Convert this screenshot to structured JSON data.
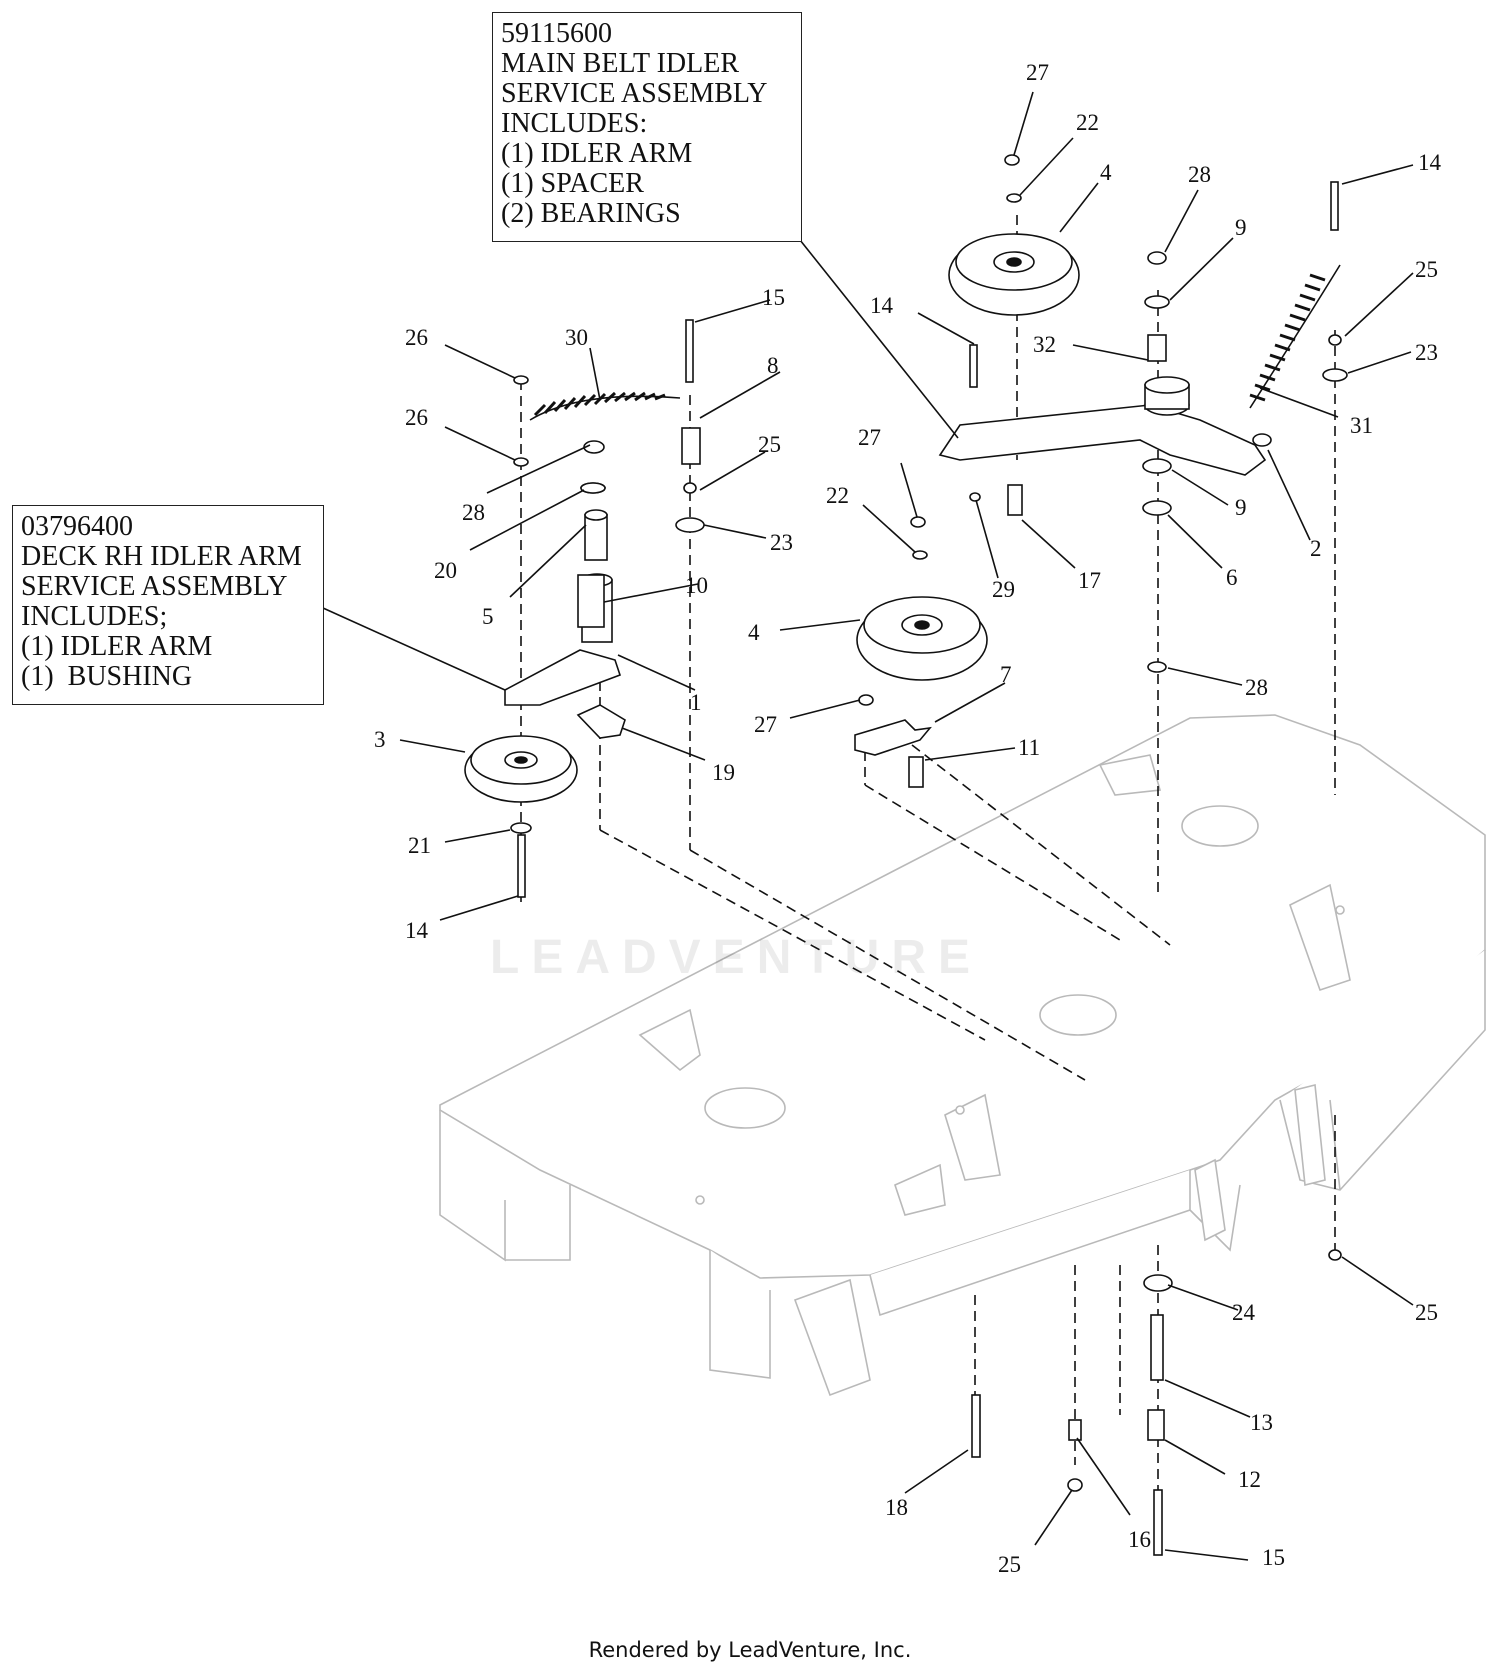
{
  "callouts": {
    "main_belt_idler": {
      "part_number": "59115600",
      "lines": [
        "MAIN BELT IDLER",
        "SERVICE ASSEMBLY",
        "INCLUDES:",
        "(1) IDLER ARM",
        "(1) SPACER",
        "(2) BEARINGS"
      ]
    },
    "deck_rh_idler": {
      "part_number": "03796400",
      "lines": [
        "DECK RH IDLER ARM",
        "SERVICE ASSEMBLY",
        "INCLUDES;",
        "(1) IDLER ARM",
        "(1)  BUSHING"
      ]
    }
  },
  "part_labels": [
    {
      "id": "l27a",
      "text": "27"
    },
    {
      "id": "l22a",
      "text": "22"
    },
    {
      "id": "l4a",
      "text": "4"
    },
    {
      "id": "l28a",
      "text": "28"
    },
    {
      "id": "l9a",
      "text": "9"
    },
    {
      "id": "l14a",
      "text": "14"
    },
    {
      "id": "l25a",
      "text": "25"
    },
    {
      "id": "l23a",
      "text": "23"
    },
    {
      "id": "l31",
      "text": "31"
    },
    {
      "id": "l14b",
      "text": "14"
    },
    {
      "id": "l32",
      "text": "32"
    },
    {
      "id": "l9b",
      "text": "9"
    },
    {
      "id": "l6",
      "text": "6"
    },
    {
      "id": "l2",
      "text": "2"
    },
    {
      "id": "l17",
      "text": "17"
    },
    {
      "id": "l29",
      "text": "29"
    },
    {
      "id": "l27b",
      "text": "27"
    },
    {
      "id": "l22b",
      "text": "22"
    },
    {
      "id": "l4b",
      "text": "4"
    },
    {
      "id": "l7",
      "text": "7"
    },
    {
      "id": "l27c",
      "text": "27"
    },
    {
      "id": "l11",
      "text": "11"
    },
    {
      "id": "l28b",
      "text": "28"
    },
    {
      "id": "l26a",
      "text": "26"
    },
    {
      "id": "l30",
      "text": "30"
    },
    {
      "id": "l15a",
      "text": "15"
    },
    {
      "id": "l8",
      "text": "8"
    },
    {
      "id": "l26b",
      "text": "26"
    },
    {
      "id": "l25b",
      "text": "25"
    },
    {
      "id": "l28c",
      "text": "28"
    },
    {
      "id": "l23b",
      "text": "23"
    },
    {
      "id": "l20",
      "text": "20"
    },
    {
      "id": "l5",
      "text": "5"
    },
    {
      "id": "l10",
      "text": "10"
    },
    {
      "id": "l1",
      "text": "1"
    },
    {
      "id": "l19",
      "text": "19"
    },
    {
      "id": "l3",
      "text": "3"
    },
    {
      "id": "l21",
      "text": "21"
    },
    {
      "id": "l14c",
      "text": "14"
    },
    {
      "id": "l24",
      "text": "24"
    },
    {
      "id": "l25c",
      "text": "25"
    },
    {
      "id": "l13",
      "text": "13"
    },
    {
      "id": "l12",
      "text": "12"
    },
    {
      "id": "l18",
      "text": "18"
    },
    {
      "id": "l16",
      "text": "16"
    },
    {
      "id": "l25d",
      "text": "25"
    },
    {
      "id": "l15b",
      "text": "15"
    }
  ],
  "watermark": "LEADVENTURE",
  "footer": "Rendered by LeadVenture, Inc."
}
